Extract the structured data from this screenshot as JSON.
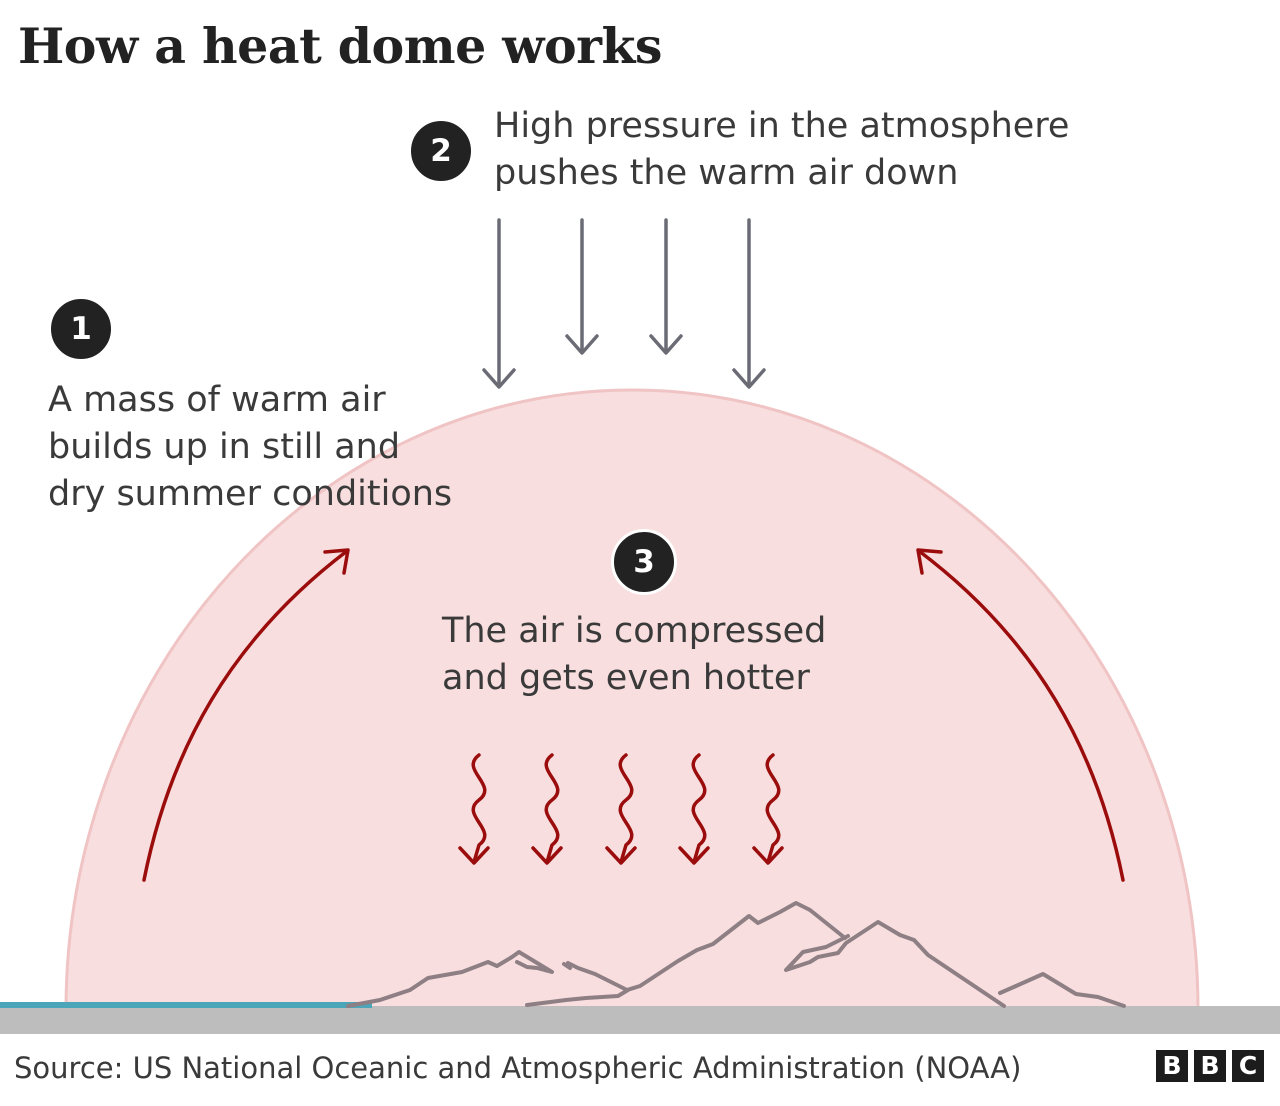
{
  "title": "How a heat dome works",
  "steps": [
    {
      "number": "1",
      "text": "A mass of warm air\nbuilds up in still and\ndry summer conditions"
    },
    {
      "number": "2",
      "text": "High pressure in the atmosphere\npushes the warm air down"
    },
    {
      "number": "3",
      "text": "The air is compressed\nand gets even hotter"
    }
  ],
  "source": "Source: US National Oceanic and Atmospheric Administration (NOAA)",
  "logo": {
    "letters": [
      "B",
      "B",
      "C"
    ]
  },
  "colors": {
    "dome_fill": "#f8dede",
    "dome_edge": "#f0c4c4",
    "arrow_red": "#9b0d0d",
    "pressure_arrow": "#6b6b76",
    "mountain": "#8e7f85",
    "ground": "#bdbdbd",
    "water": "#4aa6b8",
    "badge": "#222222",
    "text": "#3a3a3a"
  }
}
